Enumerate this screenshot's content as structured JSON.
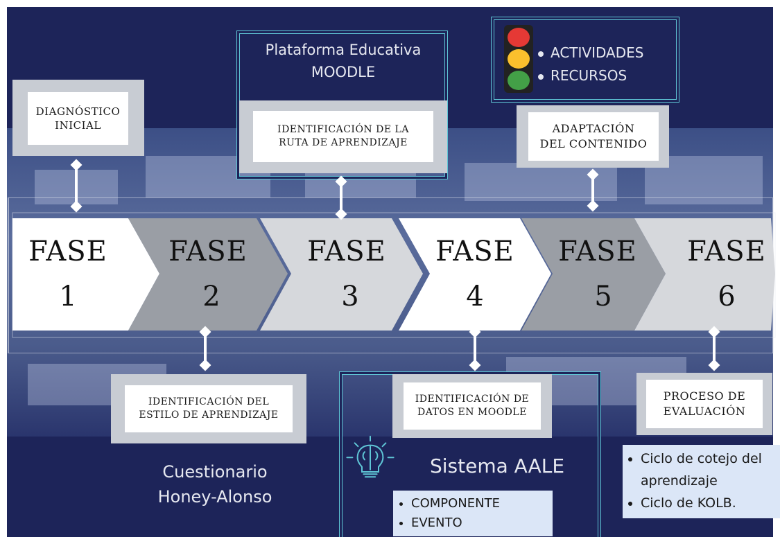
{
  "phases": [
    {
      "label": "FASE",
      "number": "1"
    },
    {
      "label": "FASE",
      "number": "2"
    },
    {
      "label": "FASE",
      "number": "3"
    },
    {
      "label": "FASE",
      "number": "4"
    },
    {
      "label": "FASE",
      "number": "5"
    },
    {
      "label": "FASE",
      "number": "6"
    }
  ],
  "top_boxes": {
    "diagnostico": "DIAGNÓSTICO\nINICIAL",
    "ruta": "IDENTIFICACIÓN DE LA\nRUTA DE APRENDIZAJE",
    "adaptacion": "ADAPTACIÓN\nDEL CONTENIDO"
  },
  "bottom_boxes": {
    "estilo": "IDENTIFICACIÓN DEL\nESTILO DE APRENDIZAJE",
    "datos": "IDENTIFICACIÓN DE\nDATOS EN MOODLE",
    "evaluacion": "PROCESO DE\nEVALUACIÓN"
  },
  "plataforma": {
    "line1": "Plataforma Educativa",
    "line2": "MOODLE"
  },
  "semaforo": {
    "items": [
      "ACTIVIDADES",
      "RECURSOS"
    ],
    "colors": {
      "red": "#e53935",
      "yellow": "#fbc02d",
      "green": "#43a047"
    }
  },
  "cuestionario": {
    "line1": "Cuestionario",
    "line2": "Honey-Alonso"
  },
  "sistema": {
    "title": "Sistema AALE",
    "items": [
      "COMPONENTE",
      "EVENTO"
    ]
  },
  "evaluacion_list": {
    "items": [
      "Ciclo de cotejo del aprendizaje",
      "Ciclo de KOLB."
    ]
  },
  "colors": {
    "navy": "#1d2459",
    "teal": "#5fc6d6",
    "box_gray": "#c8ccd3",
    "list_bg": "#dbe6f7"
  }
}
